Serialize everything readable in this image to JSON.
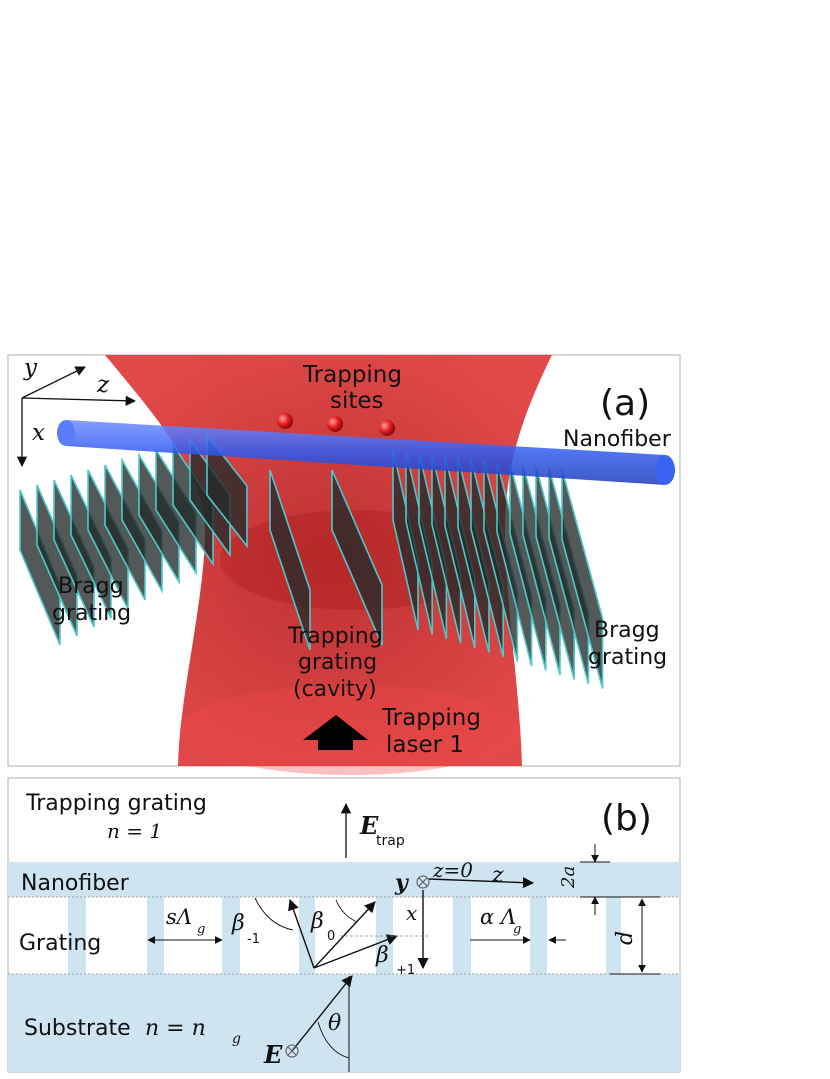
{
  "panel_a": {
    "label": "(a)",
    "axes": {
      "y": "y",
      "z": "z",
      "x": "x"
    },
    "trapping_sites": [
      "Trapping",
      "sites"
    ],
    "nanofiber": "Nanofiber",
    "bragg_left": [
      "Bragg",
      "grating"
    ],
    "bragg_right": [
      "Bragg",
      "grating"
    ],
    "trapping_grating": [
      "Trapping",
      "grating",
      "(cavity)"
    ],
    "trapping_laser": [
      "Trapping",
      "laser 1"
    ],
    "colors": {
      "beam": "#d42a2a",
      "fiber": "#2f5bf0",
      "atom": "#e01818",
      "plate_edge": "#4fc7c9",
      "plate": "#222a2a"
    }
  },
  "panel_b": {
    "label": "(b)",
    "top_region": "Trapping grating",
    "top_index": "n = 1",
    "e_trap": "E",
    "e_trap_sub": "trap",
    "nanofiber": "Nanofiber",
    "grating": "Grating",
    "substrate": "Substrate",
    "substrate_index": "n = n",
    "substrate_index_sub": "g",
    "y_label": "y",
    "z0_label": "z=0",
    "z_label": "z",
    "x_label": "x",
    "two_a": "2a",
    "d_label": "d",
    "s_lambda": "sΛ",
    "alpha_lambda": "α Λ",
    "lambda_sub": "g",
    "beta": "β",
    "beta_minus_sub": "-1",
    "beta_zero_sub": "0",
    "beta_plus_sub": "+1",
    "theta": "θ",
    "e_label": "E",
    "colors": {
      "fill": "#cfe4f1"
    }
  }
}
